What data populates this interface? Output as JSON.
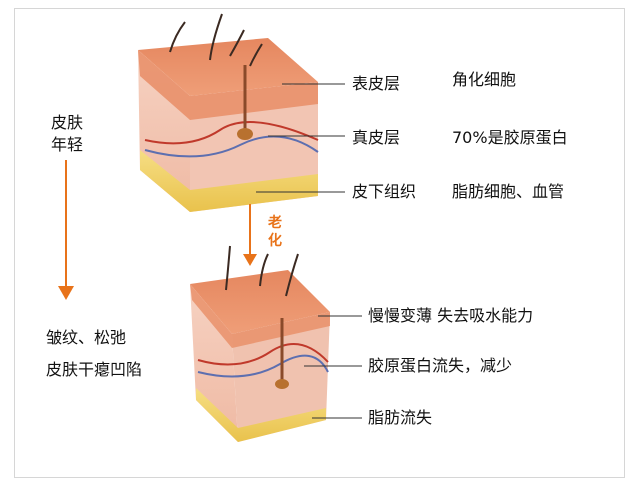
{
  "left_column": {
    "top_line1": "皮肤",
    "top_line2": "年轻",
    "bottom_line1": "皱纹、松弛",
    "bottom_line2": "皮肤干瘪凹陷"
  },
  "aging_label": {
    "char1": "老",
    "char2": "化"
  },
  "young_skin": {
    "layers": [
      {
        "name": "表皮层",
        "desc": "角化细胞"
      },
      {
        "name": "真皮层",
        "desc": "70%是胶原蛋白"
      },
      {
        "name": "皮下组织",
        "desc": "脂肪细胞、血管"
      }
    ]
  },
  "aged_skin": {
    "notes": [
      "慢慢变薄  失去吸水能力",
      "胶原蛋白流失，减少",
      "脂肪流失"
    ]
  },
  "colors": {
    "arrow": "#e8731a",
    "epidermis": "#e9906a",
    "dermis": "#f3c6b4",
    "fat": "#f2d36a"
  }
}
